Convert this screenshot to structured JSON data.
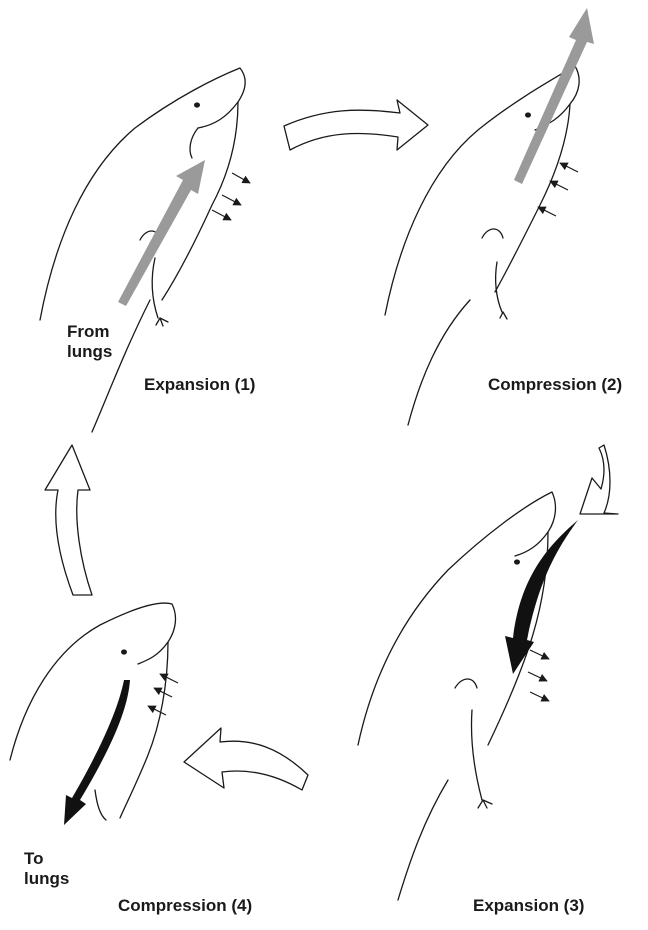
{
  "labels": {
    "from_lungs_line1": "From",
    "from_lungs_line2": "lungs",
    "to_lungs_line1": "To",
    "to_lungs_line2": "lungs",
    "stage1": "Expansion (1)",
    "stage2": "Compression (2)",
    "stage3": "Expansion (3)",
    "stage4": "Compression (4)"
  },
  "colors": {
    "outline": "#1a1a1a",
    "air_from_lungs": "#9a9a9a",
    "air_to_lungs": "#111111",
    "cycle_arrow_fill": "#ffffff"
  }
}
